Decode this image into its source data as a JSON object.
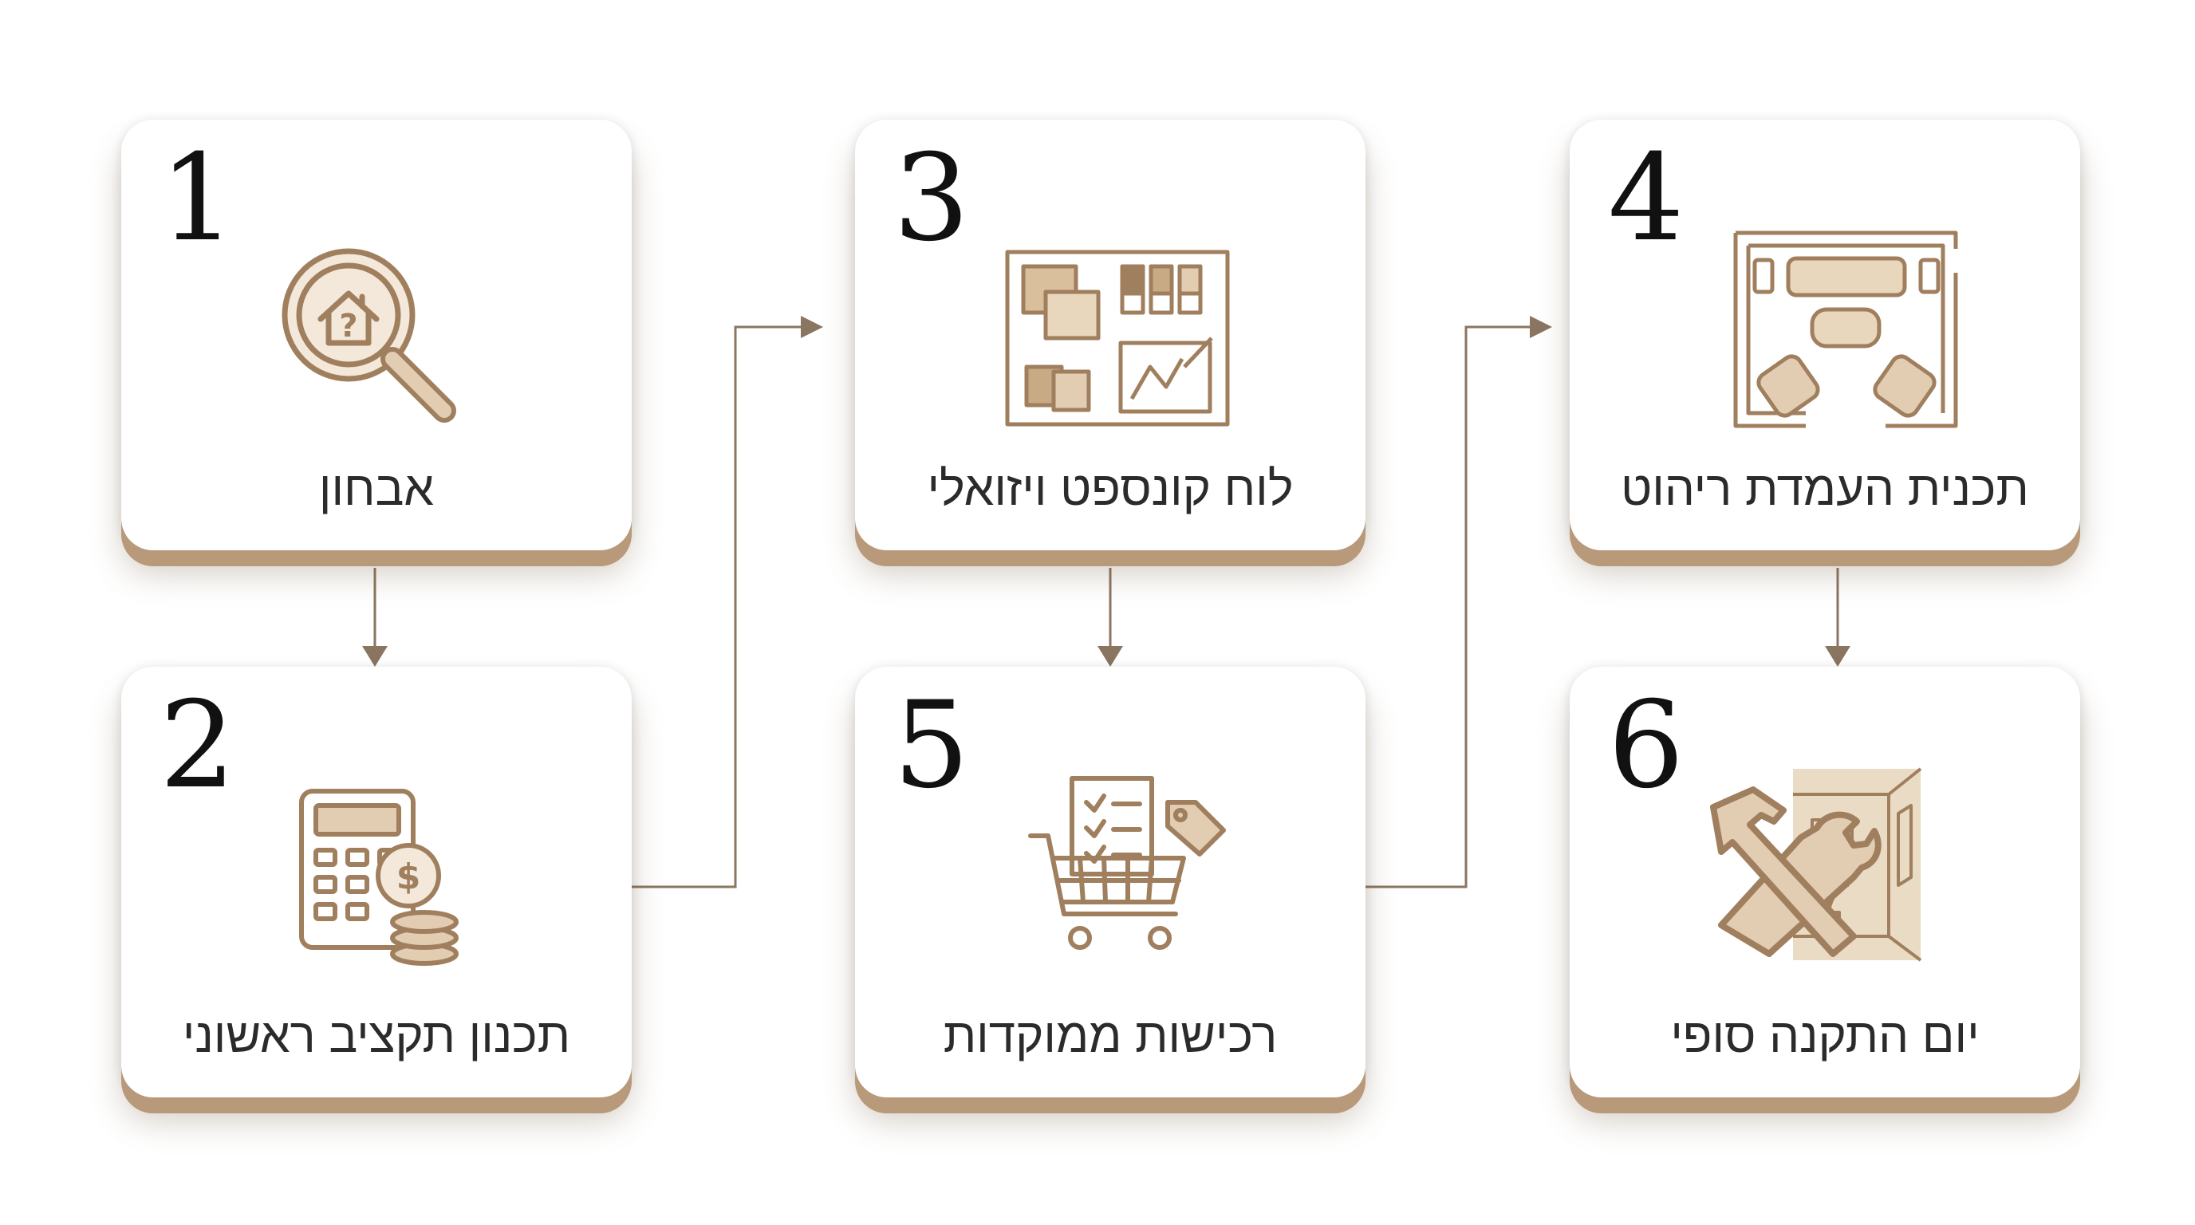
{
  "colors": {
    "accent": "#a07f5e",
    "accent_fill": "#e2cdb2",
    "shadow": "#b8997a",
    "text": "#2b2b2b",
    "number": "#111111"
  },
  "steps": [
    {
      "number": "1",
      "label": "אבחון",
      "icon": "house-magnifier-icon"
    },
    {
      "number": "2",
      "label": "תכנון תקציב ראשוני",
      "icon": "calculator-coins-icon"
    },
    {
      "number": "3",
      "label": "לוח קונספט ויזואלי",
      "icon": "moodboard-icon"
    },
    {
      "number": "4",
      "label": "תכנית העמדת ריהוט",
      "icon": "furniture-layout-icon"
    },
    {
      "number": "5",
      "label": "רכישות ממוקדות",
      "icon": "shopping-cart-icon"
    },
    {
      "number": "6",
      "label": "יום התקנה סופי",
      "icon": "tools-room-icon"
    }
  ]
}
